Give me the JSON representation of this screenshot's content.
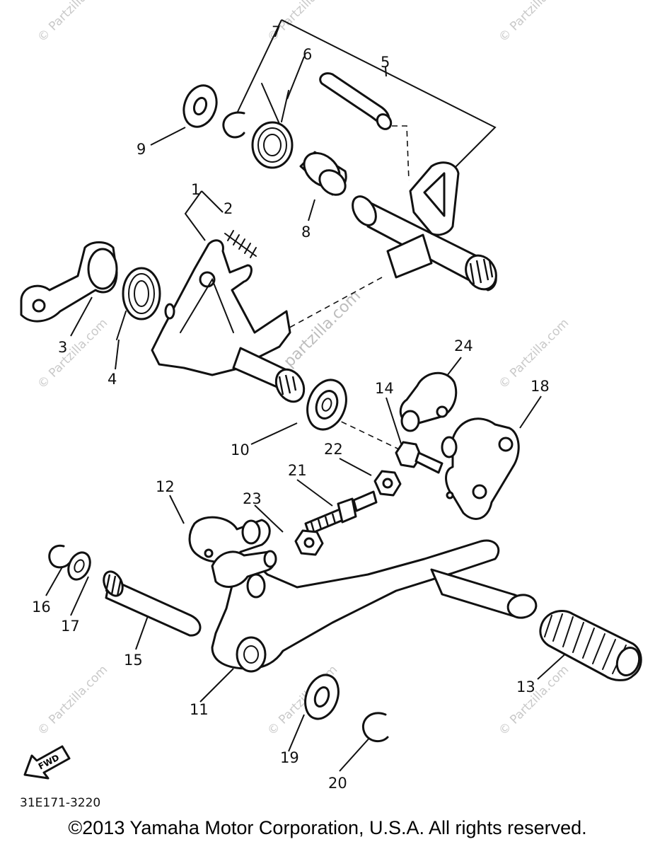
{
  "watermark": "© Partzilla.com",
  "watermark_short": "partzilla.com",
  "diagram_code": "31E171-3220",
  "fwd_label": "FWD",
  "copyright": "©2013  Yamaha Motor Corporation, U.S.A. All rights reserved.",
  "callouts": {
    "n1": "1",
    "n2": "2",
    "n3": "3",
    "n4": "4",
    "n5": "5",
    "n6": "6",
    "n7": "7",
    "n8": "8",
    "n9": "9",
    "n10": "10",
    "n11": "11",
    "n12": "12",
    "n13": "13",
    "n14": "14",
    "n15": "15",
    "n16": "16",
    "n17": "17",
    "n18": "18",
    "n19": "19",
    "n20": "20",
    "n21": "21",
    "n22": "22",
    "n23": "23",
    "n24": "24"
  }
}
